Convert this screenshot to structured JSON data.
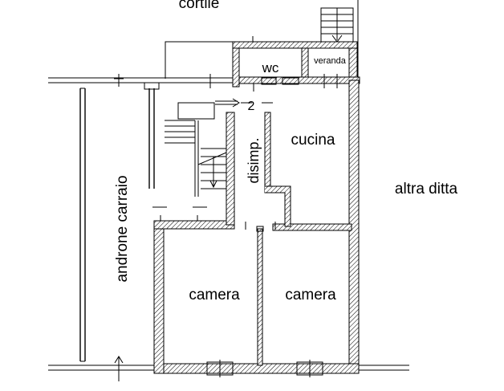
{
  "labels": {
    "cortile": "cortile",
    "wc": "wc",
    "veranda": "veranda",
    "stair_number": "2",
    "cucina": "cucina",
    "disimp": "disimp.",
    "altra_ditta": "altra ditta",
    "androne_carraio": "androne carraio",
    "camera_left": "camera",
    "camera_right": "camera"
  }
}
